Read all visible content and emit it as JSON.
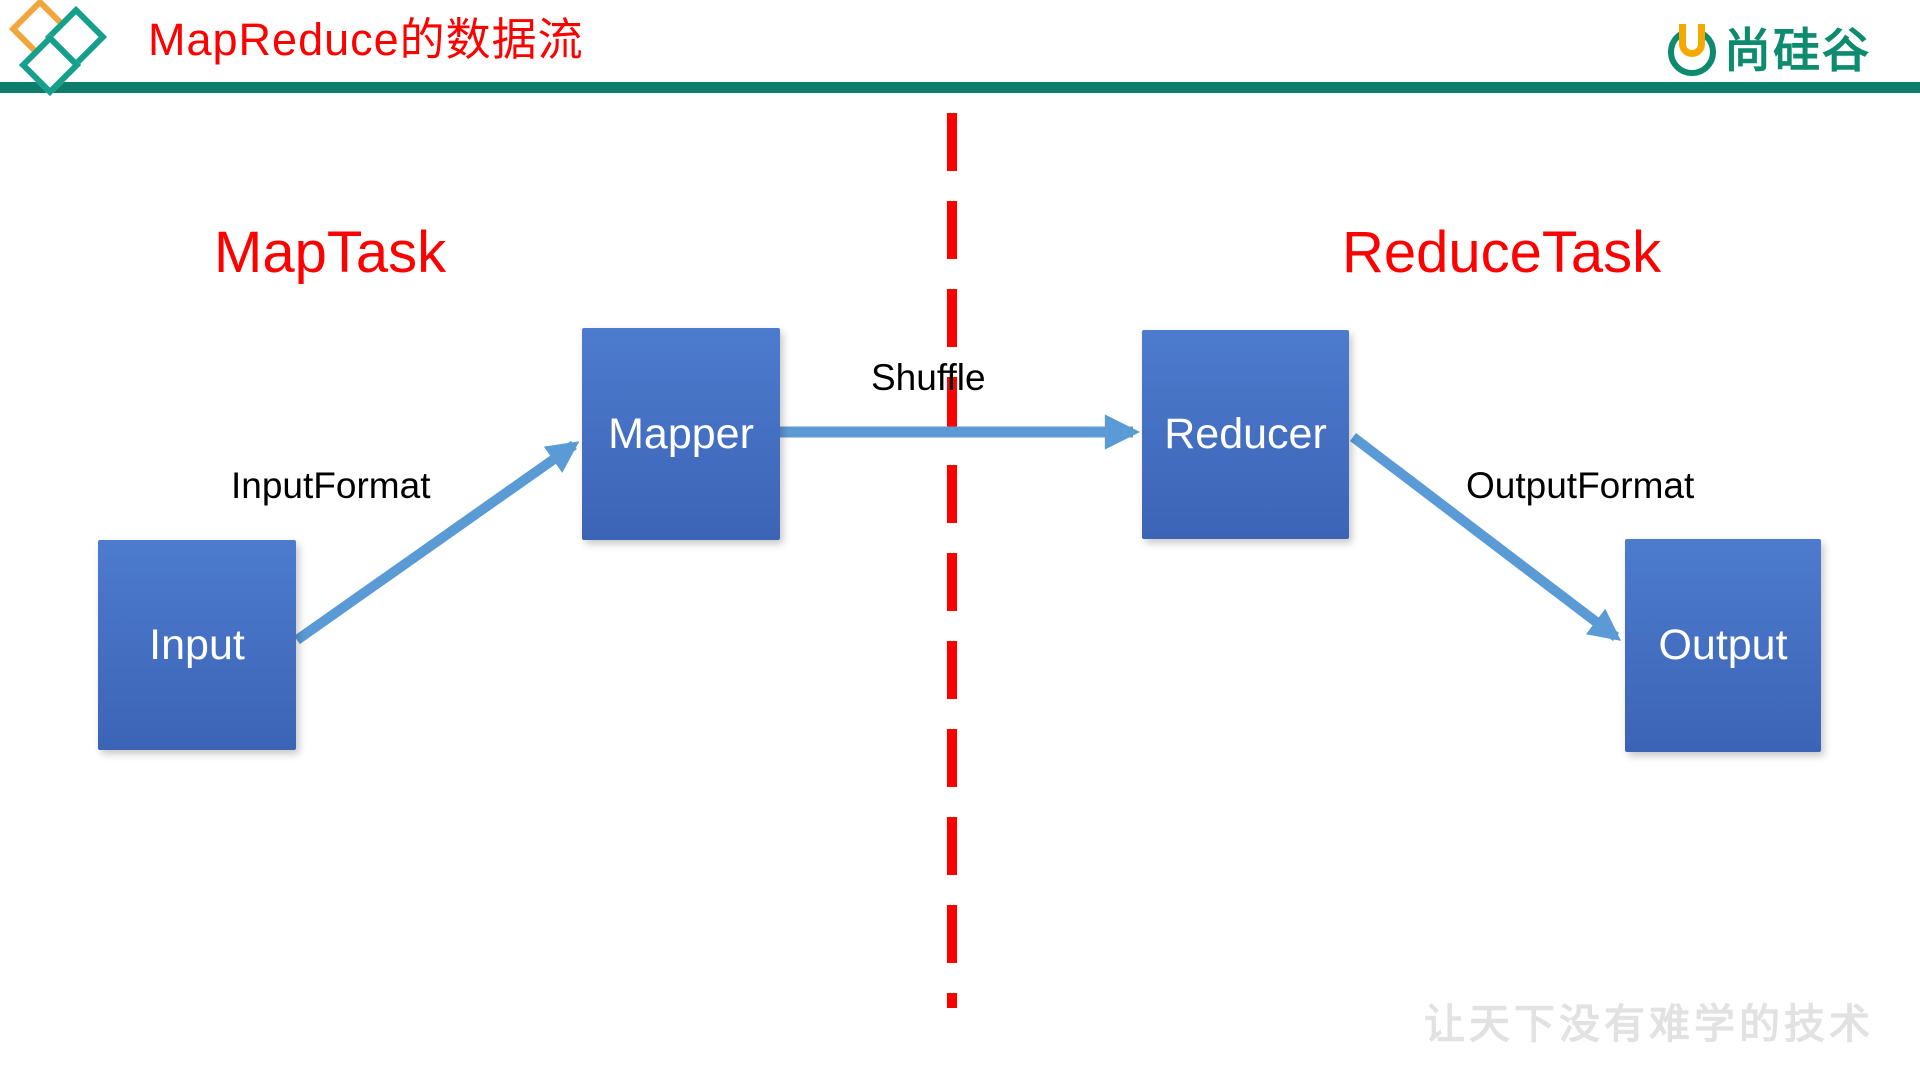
{
  "header": {
    "title": "MapReduce的数据流",
    "brand_text": "尚硅谷"
  },
  "diagram": {
    "map_task_label": "MapTask",
    "reduce_task_label": "ReduceTask",
    "nodes": [
      {
        "id": "input",
        "label": "Input"
      },
      {
        "id": "mapper",
        "label": "Mapper"
      },
      {
        "id": "reducer",
        "label": "Reducer"
      },
      {
        "id": "output",
        "label": "Output"
      }
    ],
    "edges": [
      {
        "from": "Input",
        "to": "Mapper",
        "label": "InputFormat"
      },
      {
        "from": "Mapper",
        "to": "Reducer",
        "label": "Shuffle"
      },
      {
        "from": "Reducer",
        "to": "Output",
        "label": "OutputFormat"
      }
    ]
  },
  "watermark": "让天下没有难学的技术",
  "colors": {
    "title_red": "#FF0000",
    "task_label_red": "#FF0000",
    "accent_green": "#0F7D6C",
    "brand_green": "#0D8B6E",
    "brand_orange": "#F5A800",
    "logo_orange": "#F2A53C",
    "logo_teal": "#16A08C",
    "node_top": "#4D7BCE",
    "node_bottom": "#3C64B6",
    "arrow_blue": "#5B9BD5",
    "divider_red": "#FF0000",
    "edge_label_black": "#000000",
    "watermark_gray": "#E2E2E2"
  }
}
